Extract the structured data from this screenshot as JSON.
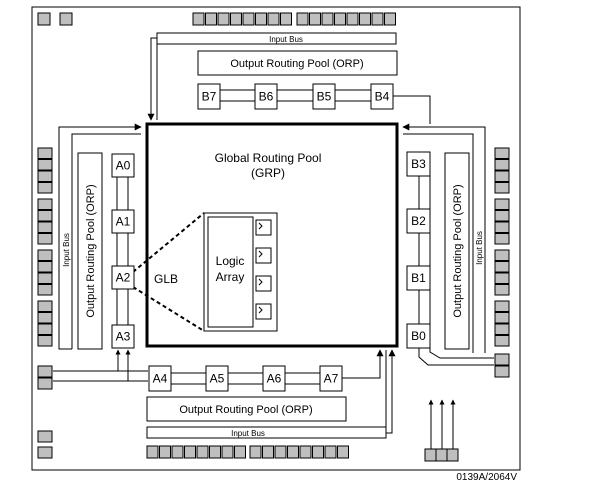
{
  "labels": {
    "input_bus": "Input Bus",
    "orp": "Output Routing Pool (ORP)",
    "grp_line1": "Global Routing Pool",
    "grp_line2": "(GRP)",
    "glb": "GLB",
    "logic_array_line1": "Logic",
    "logic_array_line2": "Array",
    "figure_id": "0139A/2064V"
  },
  "glb_left": [
    "A0",
    "A1",
    "A2",
    "A3"
  ],
  "glb_bottom": [
    "A4",
    "A5",
    "A6",
    "A7"
  ],
  "glb_right": [
    "B3",
    "B2",
    "B1",
    "B0"
  ],
  "glb_top": [
    "B7",
    "B6",
    "B5",
    "B4"
  ]
}
